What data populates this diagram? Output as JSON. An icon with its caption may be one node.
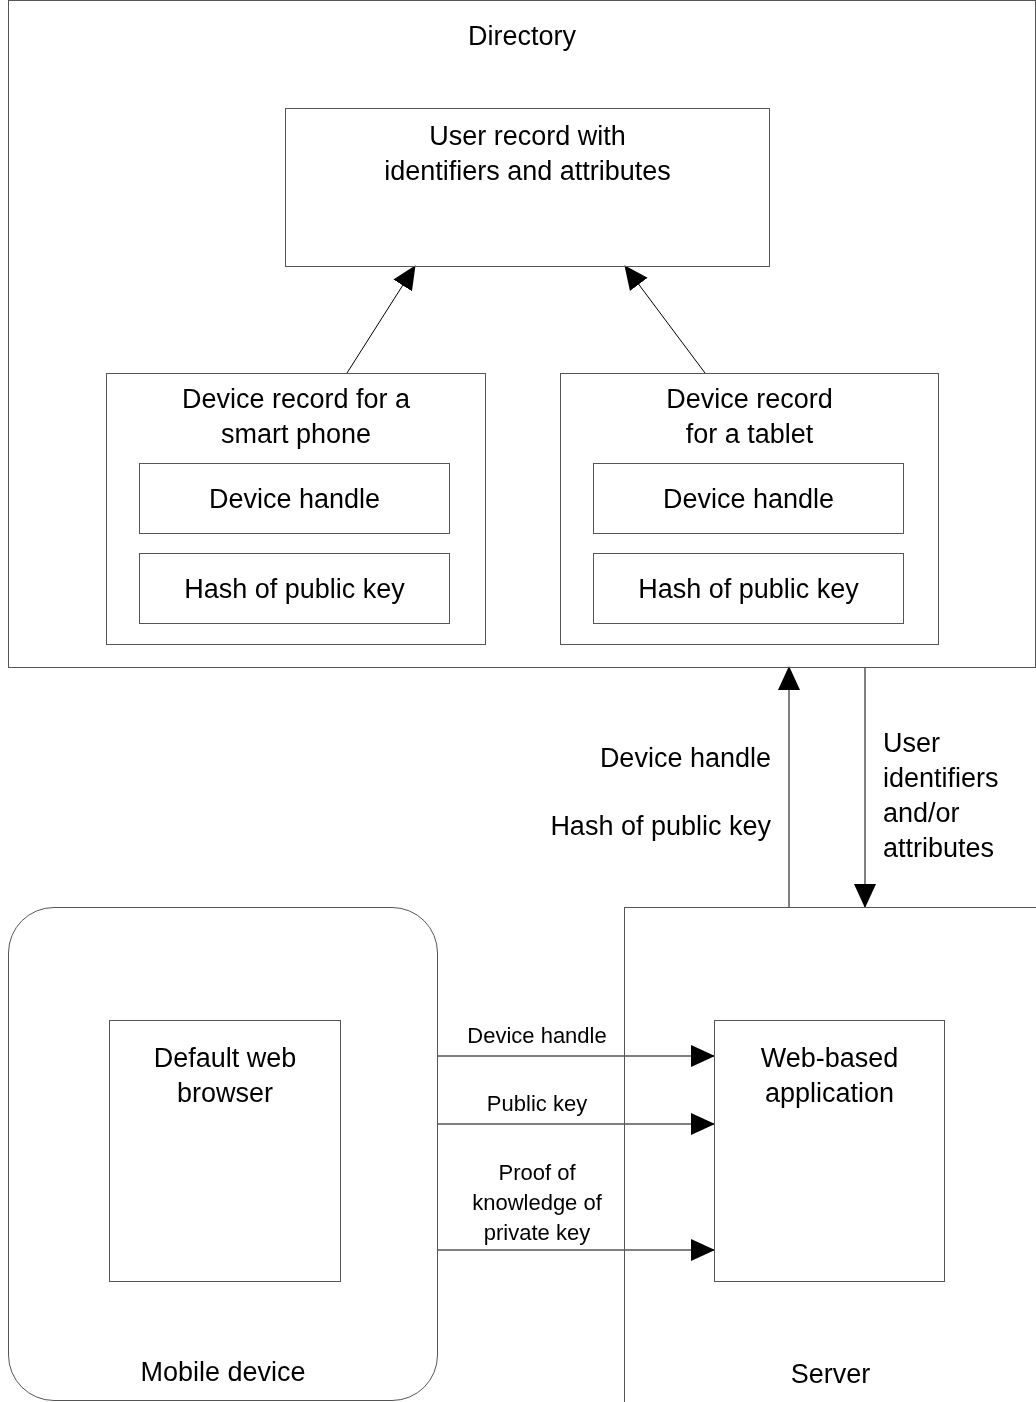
{
  "diagram": {
    "nodes": [
      {
        "text": [
          "Directory"
        ]
      },
      {
        "text": [
          "User record with identifiers and attributes"
        ],
        "in": 0
      },
      {
        "text": [
          "Device record for a smart phone"
        ],
        "in": 0
      },
      {
        "text": [
          "Device handle"
        ],
        "in": 2
      },
      {
        "text": [
          "Hash of public key"
        ],
        "in": 2
      },
      {
        "text": [
          "Device record for a tablet"
        ],
        "in": 0
      },
      {
        "text": [
          "Device handle"
        ],
        "in": 5
      },
      {
        "text": [
          "Hash of public key"
        ],
        "in": 5
      },
      {
        "text": [
          "Mobile device"
        ]
      },
      {
        "text": [
          "Default web browser"
        ],
        "in": 8
      },
      {
        "text": [
          "Server"
        ]
      },
      {
        "text": [
          "Web-based application"
        ],
        "in": 10
      }
    ],
    "edges": [
      {
        "from": 2,
        "to": 1,
        "arrow": "to"
      },
      {
        "from": 5,
        "to": 1,
        "arrow": "to"
      },
      {
        "from": 10,
        "to": 0,
        "arrow": "to"
      },
      {
        "from": 0,
        "to": 10,
        "arrow": "to",
        "label": "User identifiers and/or attributes"
      },
      {
        "from": 8,
        "to": 11,
        "arrow": "to",
        "label": "Device handle"
      },
      {
        "from": 8,
        "to": 11,
        "arrow": "to",
        "label": "Public key"
      },
      {
        "from": 8,
        "to": 11,
        "arrow": "to",
        "label": "Proof of knowledge of private key"
      }
    ],
    "labels": [
      "Device handle",
      "Hash of public key"
    ]
  }
}
